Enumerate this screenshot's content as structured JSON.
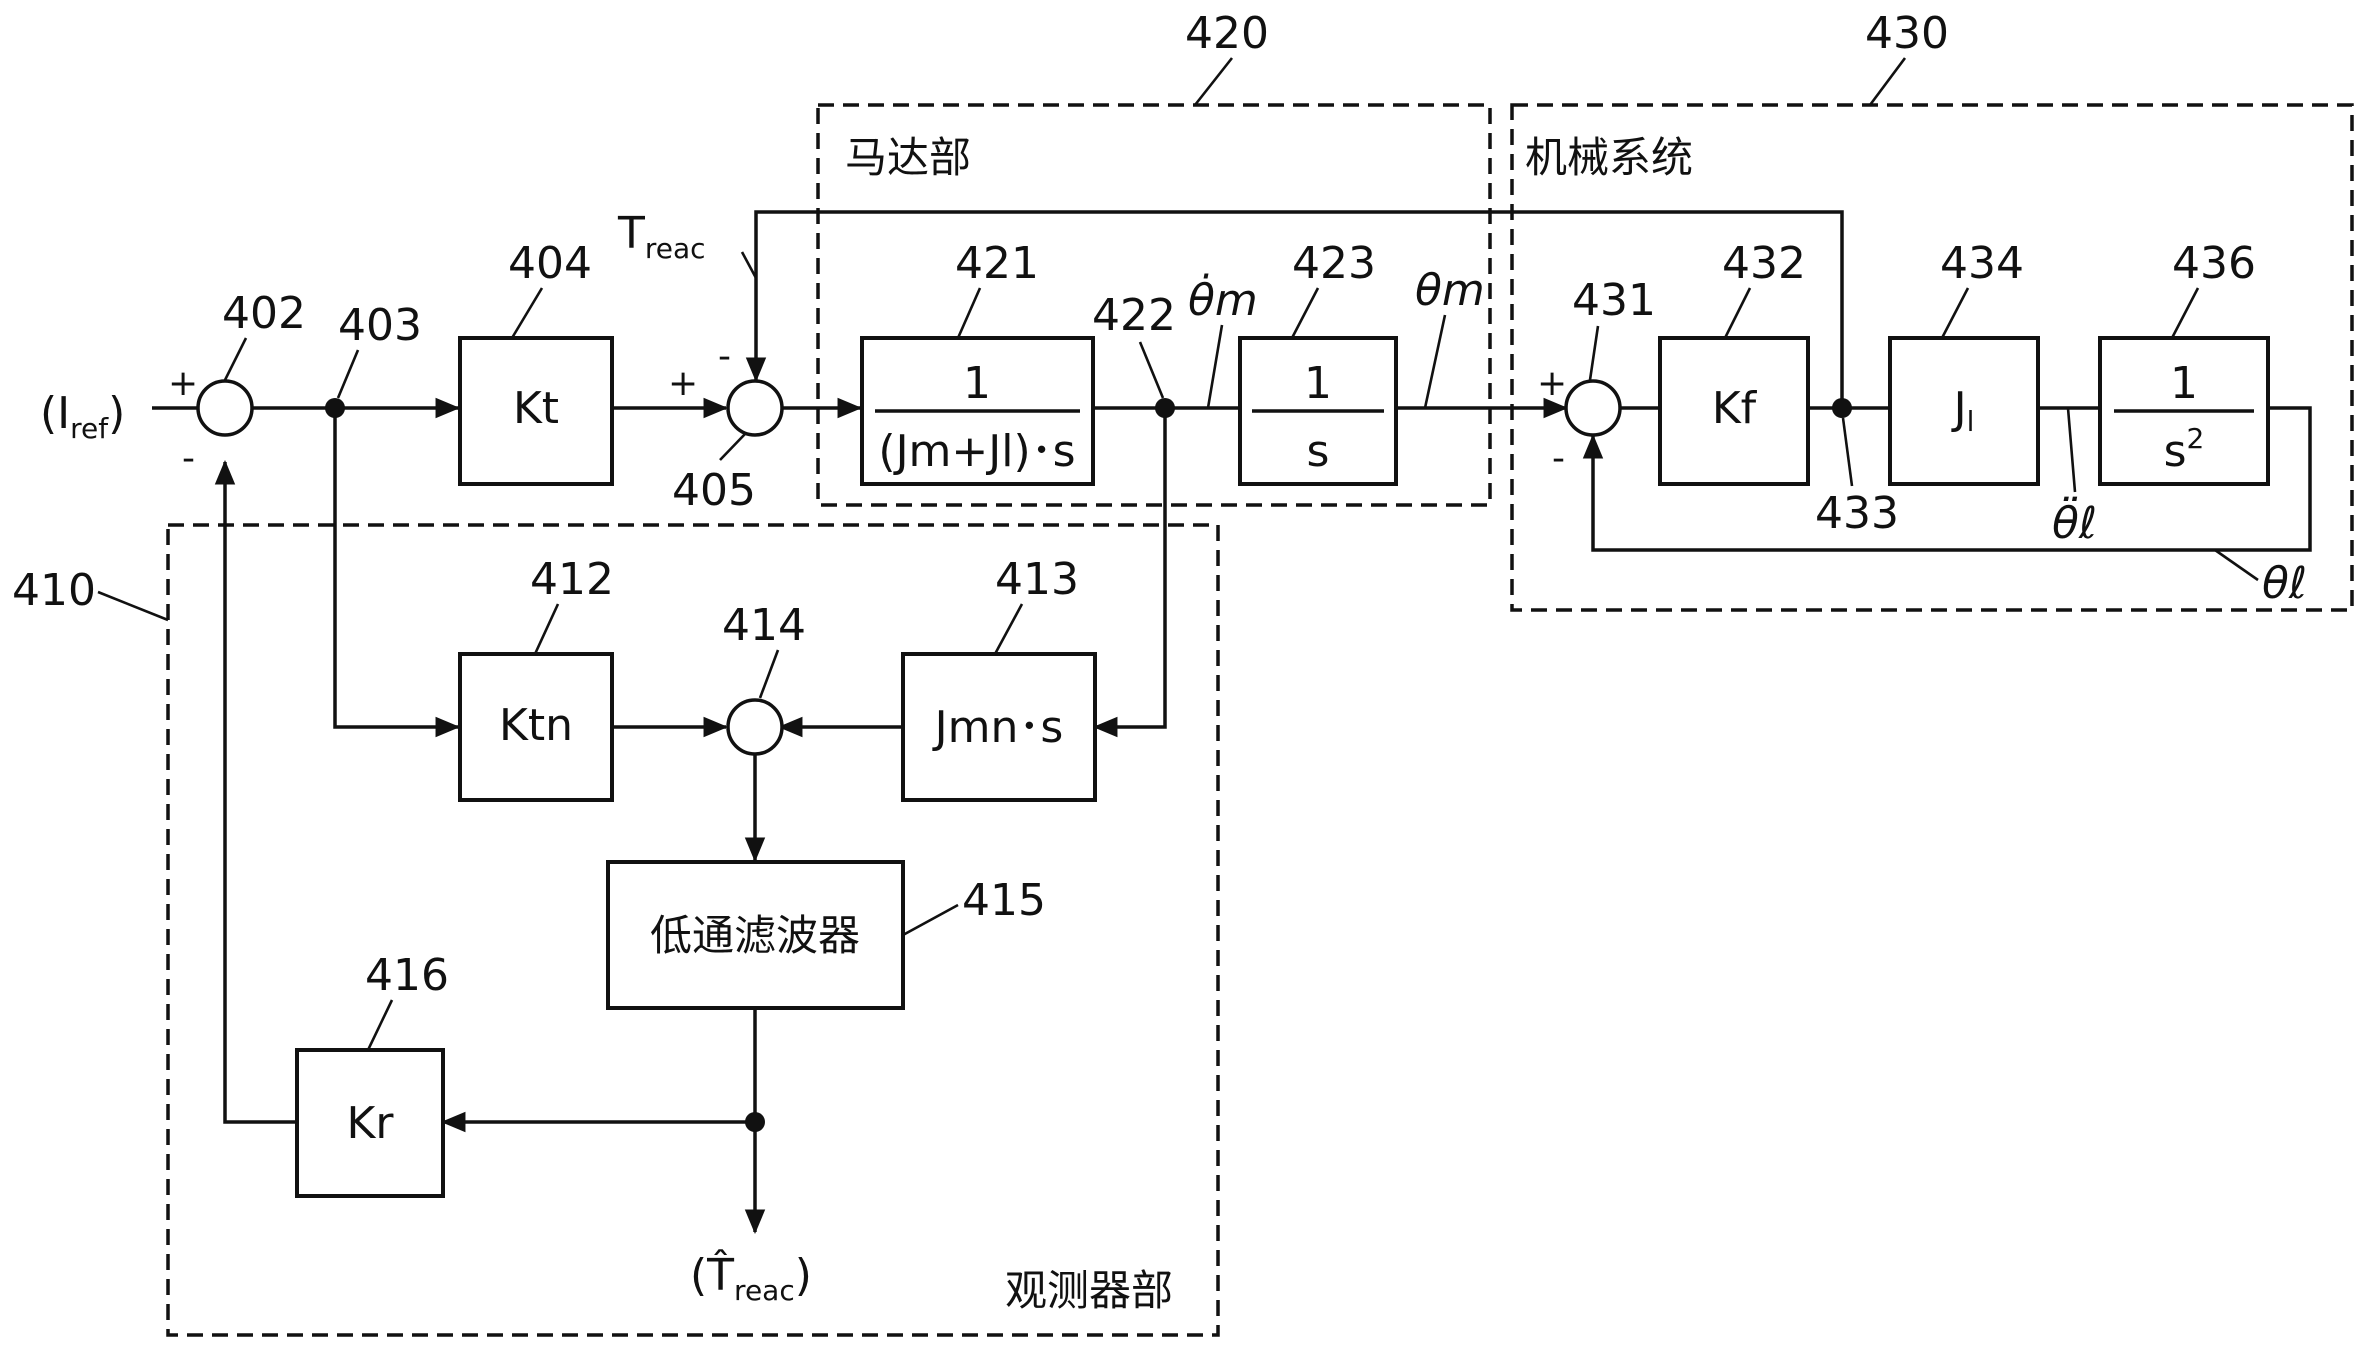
{
  "sections": {
    "motor": {
      "ref": "420",
      "title": "马达部"
    },
    "mechanical": {
      "ref": "430",
      "title": "机械系统"
    },
    "observer": {
      "ref": "410",
      "title": "观测器部"
    }
  },
  "signals": {
    "input": "(I",
    "input_sub": "ref",
    "input_close": ")",
    "treac": "T",
    "treac_sub": "reac",
    "theta_m_dot": "θ̇m",
    "theta_m": "θm",
    "theta_l_ddot": "θ̈ℓ",
    "theta_l": "θℓ",
    "output": "(T̂",
    "output_sub": "reac",
    "output_close": ")"
  },
  "blocks": {
    "b404": {
      "ref": "404",
      "label": "Kt"
    },
    "b421": {
      "ref": "421",
      "num": "1",
      "den": "(Jm+Jl)･s"
    },
    "b423": {
      "ref": "423",
      "num": "1",
      "den": "s"
    },
    "b432": {
      "ref": "432",
      "label": "Kf"
    },
    "b434": {
      "ref": "434",
      "label": "J",
      "sub": "l"
    },
    "b436": {
      "ref": "436",
      "num": "1",
      "den": "s",
      "den_sup": "2"
    },
    "b412": {
      "ref": "412",
      "label": "Ktn"
    },
    "b413": {
      "ref": "413",
      "label": "Jmn･s"
    },
    "b415": {
      "ref": "415",
      "label": "低通滤波器"
    },
    "b416": {
      "ref": "416",
      "label": "Kr"
    }
  },
  "nodes": {
    "sum402": {
      "ref": "402",
      "plus": "+",
      "minus": "-"
    },
    "branch403": {
      "ref": "403"
    },
    "sum405": {
      "ref": "405",
      "plus": "+",
      "minus": "-"
    },
    "branch422": {
      "ref": "422"
    },
    "sum431": {
      "ref": "431",
      "plus": "+",
      "minus": "-"
    },
    "branch433": {
      "ref": "433"
    },
    "sum414": {
      "ref": "414"
    }
  }
}
